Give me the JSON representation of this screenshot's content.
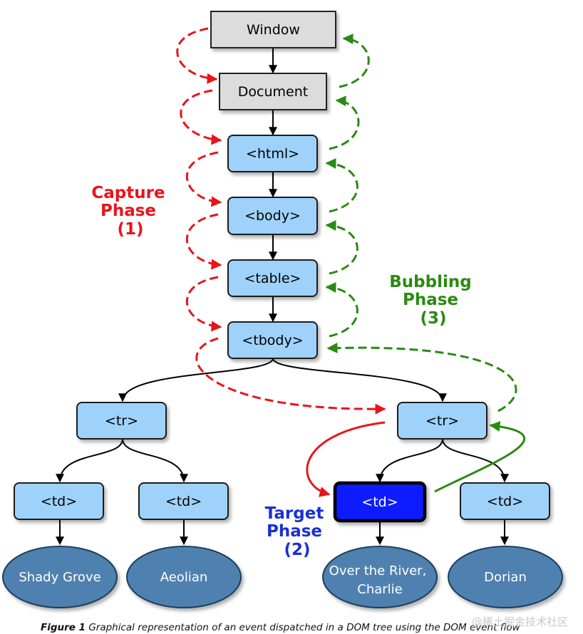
{
  "nodes": {
    "window": "Window",
    "document": "Document",
    "html": "<html>",
    "body": "<body>",
    "table": "<table>",
    "tbody": "<tbody>",
    "tr_left": "<tr>",
    "tr_right": "<tr>",
    "td_ll": "<td>",
    "td_lr": "<td>",
    "td_target": "<td>",
    "td_rr": "<td>"
  },
  "leaves": {
    "shady": "Shady Grove",
    "aeolian": "Aeolian",
    "river_line1": "Over the River,",
    "river_line2": "Charlie",
    "dorian": "Dorian"
  },
  "phases": {
    "capture": [
      "Capture",
      "Phase",
      "(1)"
    ],
    "bubbling": [
      "Bubbling",
      "Phase",
      "(3)"
    ],
    "target": [
      "Target",
      "Phase",
      "(2)"
    ]
  },
  "colors": {
    "capture": "#e8141b",
    "bubbling": "#2a8a12",
    "target_label": "#1a2fd6",
    "target_fill": "#0b1aff",
    "node_fill": "#9fd2fb",
    "root_fill": "#dcdcdc",
    "leaf_fill": "#4f81b0"
  },
  "caption": {
    "figure": "Figure 1",
    "text": "Graphical representation of an event dispatched in a DOM tree using the DOM event flow"
  },
  "watermark": "@稀土掘金技术社区"
}
